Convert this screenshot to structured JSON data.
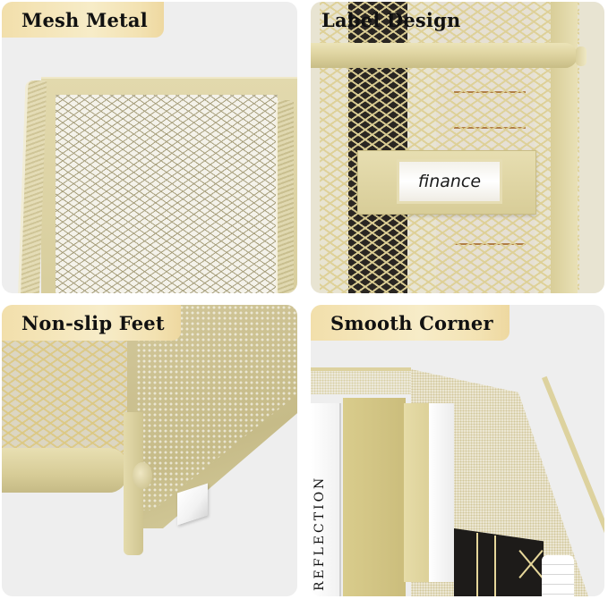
{
  "panels": [
    {
      "id": "mesh-metal",
      "title": "Mesh Metal",
      "description": "Close-up of gold mesh metal frame panel"
    },
    {
      "id": "label-design",
      "title": "Label Design",
      "label_card_text": "finance",
      "description": "Gold mesh file holder with front label slot"
    },
    {
      "id": "non-slip-feet",
      "title": "Non-slip Feet",
      "description": "Corner of gold mesh organizer with white rubber foot"
    },
    {
      "id": "smooth-corner",
      "title": "Smooth Corner",
      "book_spine_text": "REFLECTION",
      "description": "Rounded corner of gold mesh magazine holder with books and files"
    }
  ],
  "colors": {
    "badge_gradient_start": "#f2dfab",
    "badge_gradient_mid": "#f7ecc8",
    "badge_text": "#111111",
    "panel_background": "#eeeeee",
    "metal_gold": "#ddd29e"
  }
}
